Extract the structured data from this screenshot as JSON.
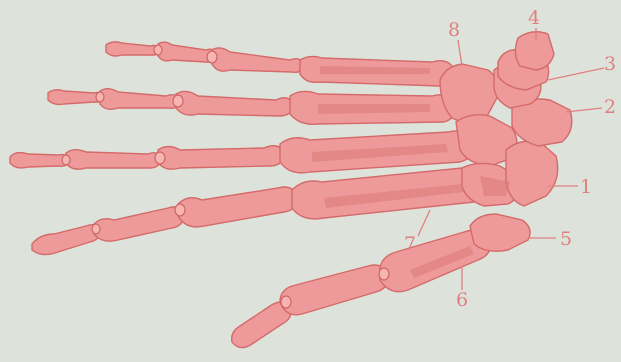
{
  "labels": {
    "l1": "1",
    "l2": "2",
    "l3": "3",
    "l4": "4",
    "l5": "5",
    "l6": "6",
    "l7": "7",
    "l8": "8"
  },
  "colors": {
    "background": "#dde3da",
    "bone": "#ef9a9a",
    "outline": "#d46a6a",
    "label": "#e07f7f"
  }
}
